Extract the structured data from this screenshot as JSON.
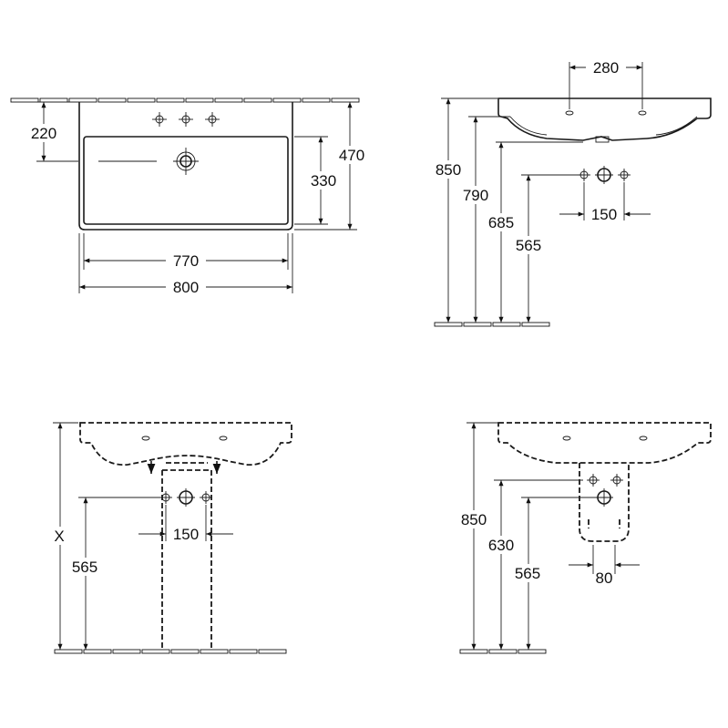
{
  "views": {
    "top": {
      "height_total": "470",
      "height_bowl": "330",
      "rear_depth": "220",
      "width_inner": "770",
      "width_outer": "800"
    },
    "side": {
      "tap_spacing": "280",
      "height_rim": "850",
      "height_underside": "790",
      "height_685": "685",
      "height_waste": "565",
      "waste_spacing": "150"
    },
    "front_pedestal": {
      "height_var": "X",
      "height_waste": "565",
      "waste_spacing": "150"
    },
    "side_pedestal": {
      "height_rim": "850",
      "height_630": "630",
      "height_waste": "565",
      "spacing": "80"
    }
  }
}
